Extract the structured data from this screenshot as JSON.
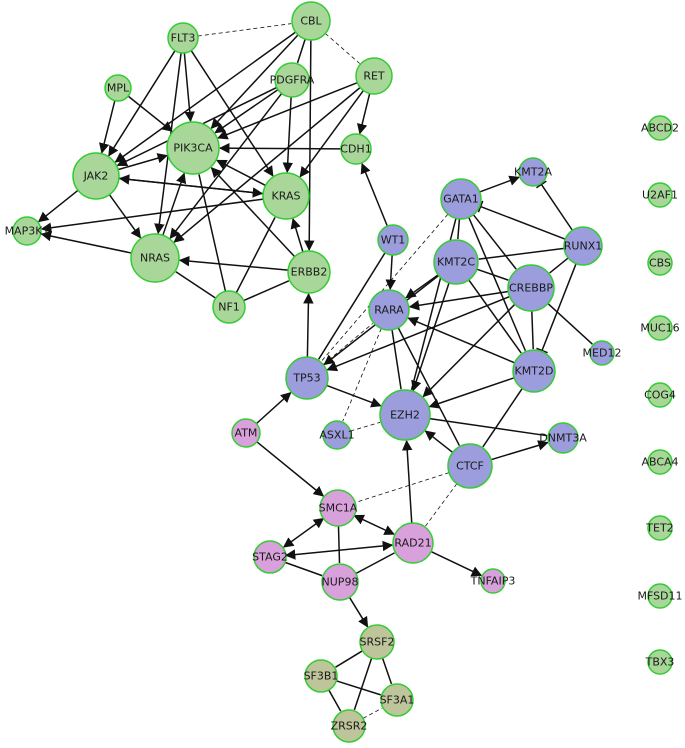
{
  "graph": {
    "colors": {
      "green": "#a9d79a",
      "blue": "#9b9ddd",
      "pink": "#d9a1db",
      "olive": "#bfc59a",
      "stroke": "#33cc33",
      "edge": "#111111"
    },
    "nodes": [
      {
        "id": "FLT3",
        "label": "FLT3",
        "group": "green"
      },
      {
        "id": "CBL",
        "label": "CBL",
        "group": "green"
      },
      {
        "id": "MPL",
        "label": "MPL",
        "group": "green"
      },
      {
        "id": "PDGFRA",
        "label": "PDGFRA",
        "group": "green"
      },
      {
        "id": "RET",
        "label": "RET",
        "group": "green"
      },
      {
        "id": "PIK3CA",
        "label": "PIK3CA",
        "group": "green"
      },
      {
        "id": "CDH1",
        "label": "CDH1",
        "group": "green"
      },
      {
        "id": "JAK2",
        "label": "JAK2",
        "group": "green"
      },
      {
        "id": "KRAS",
        "label": "KRAS",
        "group": "green"
      },
      {
        "id": "MAP3K1",
        "label": "MAP3K1",
        "group": "green"
      },
      {
        "id": "NRAS",
        "label": "NRAS",
        "group": "green"
      },
      {
        "id": "ERBB2",
        "label": "ERBB2",
        "group": "green"
      },
      {
        "id": "NF1",
        "label": "NF1",
        "group": "green"
      },
      {
        "id": "KMT2A",
        "label": "KMT2A",
        "group": "blue"
      },
      {
        "id": "GATA1",
        "label": "GATA1",
        "group": "blue"
      },
      {
        "id": "WT1",
        "label": "WT1",
        "group": "blue"
      },
      {
        "id": "RUNX1",
        "label": "RUNX1",
        "group": "blue"
      },
      {
        "id": "KMT2C",
        "label": "KMT2C",
        "group": "blue"
      },
      {
        "id": "CREBBP",
        "label": "CREBBP",
        "group": "blue"
      },
      {
        "id": "RARA",
        "label": "RARA",
        "group": "blue"
      },
      {
        "id": "MED12",
        "label": "MED12",
        "group": "blue"
      },
      {
        "id": "TP53",
        "label": "TP53",
        "group": "blue"
      },
      {
        "id": "KMT2D",
        "label": "KMT2D",
        "group": "blue"
      },
      {
        "id": "EZH2",
        "label": "EZH2",
        "group": "blue"
      },
      {
        "id": "ASXL1",
        "label": "ASXL1",
        "group": "blue"
      },
      {
        "id": "DNMT3A",
        "label": "DNMT3A",
        "group": "blue"
      },
      {
        "id": "CTCF",
        "label": "CTCF",
        "group": "blue"
      },
      {
        "id": "ATM",
        "label": "ATM",
        "group": "pink"
      },
      {
        "id": "SMC1A",
        "label": "SMC1A",
        "group": "pink"
      },
      {
        "id": "RAD21",
        "label": "RAD21",
        "group": "pink"
      },
      {
        "id": "STAG2",
        "label": "STAG2",
        "group": "pink"
      },
      {
        "id": "NUP98",
        "label": "NUP98",
        "group": "pink"
      },
      {
        "id": "TNFAIP3",
        "label": "TNFAIP3",
        "group": "pink"
      },
      {
        "id": "SRSF2",
        "label": "SRSF2",
        "group": "olive"
      },
      {
        "id": "SF3B1",
        "label": "SF3B1",
        "group": "olive"
      },
      {
        "id": "SF3A1",
        "label": "SF3A1",
        "group": "olive"
      },
      {
        "id": "ZRSR2",
        "label": "ZRSR2",
        "group": "olive"
      },
      {
        "id": "ABCD2",
        "label": "ABCD2",
        "group": "green"
      },
      {
        "id": "U2AF1",
        "label": "U2AF1",
        "group": "green"
      },
      {
        "id": "CBS",
        "label": "CBS",
        "group": "green"
      },
      {
        "id": "MUC16",
        "label": "MUC16",
        "group": "green"
      },
      {
        "id": "COG4",
        "label": "COG4",
        "group": "green"
      },
      {
        "id": "ABCA4",
        "label": "ABCA4",
        "group": "green"
      },
      {
        "id": "TET2",
        "label": "TET2",
        "group": "green"
      },
      {
        "id": "MFSD11",
        "label": "MFSD11",
        "group": "green"
      },
      {
        "id": "TBX3",
        "label": "TBX3",
        "group": "green"
      }
    ],
    "edges": [
      {
        "source": "FLT3",
        "target": "CBL",
        "type": "dashed"
      },
      {
        "source": "CBL",
        "target": "RET",
        "type": "dashed"
      },
      {
        "source": "FLT3",
        "target": "PIK3CA",
        "type": "arrow"
      },
      {
        "source": "FLT3",
        "target": "JAK2",
        "type": "arrow"
      },
      {
        "source": "FLT3",
        "target": "KRAS",
        "type": "arrow"
      },
      {
        "source": "FLT3",
        "target": "NRAS",
        "type": "arrow"
      },
      {
        "source": "CBL",
        "target": "PIK3CA",
        "type": "arrow"
      },
      {
        "source": "CBL",
        "target": "JAK2",
        "type": "arrow"
      },
      {
        "source": "CBL",
        "target": "ERBB2",
        "type": "arrow"
      },
      {
        "source": "CBL",
        "target": "PDGFRA",
        "type": "line"
      },
      {
        "source": "MPL",
        "target": "JAK2",
        "type": "arrow"
      },
      {
        "source": "MPL",
        "target": "PIK3CA",
        "type": "arrow"
      },
      {
        "source": "PDGFRA",
        "target": "PIK3CA",
        "type": "arrow"
      },
      {
        "source": "PDGFRA",
        "target": "KRAS",
        "type": "arrow"
      },
      {
        "source": "PDGFRA",
        "target": "NRAS",
        "type": "arrow"
      },
      {
        "source": "PDGFRA",
        "target": "JAK2",
        "type": "arrow"
      },
      {
        "source": "RET",
        "target": "CDH1",
        "type": "arrow"
      },
      {
        "source": "RET",
        "target": "PIK3CA",
        "type": "arrow"
      },
      {
        "source": "RET",
        "target": "KRAS",
        "type": "arrow"
      },
      {
        "source": "RET",
        "target": "NRAS",
        "type": "arrow"
      },
      {
        "source": "CDH1",
        "target": "PIK3CA",
        "type": "arrow"
      },
      {
        "source": "JAK2",
        "target": "PIK3CA",
        "type": "arrow"
      },
      {
        "source": "JAK2",
        "target": "MAP3K1",
        "type": "arrow"
      },
      {
        "source": "JAK2",
        "target": "NRAS",
        "type": "arrow"
      },
      {
        "source": "JAK2",
        "target": "KRAS",
        "type": "arrow"
      },
      {
        "source": "KRAS",
        "target": "PIK3CA",
        "type": "arrow"
      },
      {
        "source": "KRAS",
        "target": "MAP3K1",
        "type": "arrow"
      },
      {
        "source": "KRAS",
        "target": "JAK2",
        "type": "arrow"
      },
      {
        "source": "NRAS",
        "target": "MAP3K1",
        "type": "arrow"
      },
      {
        "source": "NRAS",
        "target": "PIK3CA",
        "type": "arrow"
      },
      {
        "source": "ERBB2",
        "target": "KRAS",
        "type": "arrow"
      },
      {
        "source": "ERBB2",
        "target": "NRAS",
        "type": "arrow"
      },
      {
        "source": "ERBB2",
        "target": "PIK3CA",
        "type": "arrow"
      },
      {
        "source": "NF1",
        "target": "KRAS",
        "type": "line"
      },
      {
        "source": "NF1",
        "target": "NRAS",
        "type": "line"
      },
      {
        "source": "NF1",
        "target": "PIK3CA",
        "type": "line"
      },
      {
        "source": "NF1",
        "target": "ERBB2",
        "type": "line"
      },
      {
        "source": "TP53",
        "target": "ERBB2",
        "type": "arrow"
      },
      {
        "source": "WT1",
        "target": "CDH1",
        "type": "arrow"
      },
      {
        "source": "WT1",
        "target": "RARA",
        "type": "arrow"
      },
      {
        "source": "GATA1",
        "target": "KMT2A",
        "type": "arrow"
      },
      {
        "source": "RUNX1",
        "target": "GATA1",
        "type": "inhibit"
      },
      {
        "source": "RUNX1",
        "target": "KMT2A",
        "type": "inhibit"
      },
      {
        "source": "RUNX1",
        "target": "KMT2C",
        "type": "line"
      },
      {
        "source": "RUNX1",
        "target": "CREBBP",
        "type": "line"
      },
      {
        "source": "RUNX1",
        "target": "KMT2D",
        "type": "inhibit"
      },
      {
        "source": "GATA1",
        "target": "KMT2C",
        "type": "line"
      },
      {
        "source": "GATA1",
        "target": "CREBBP",
        "type": "line"
      },
      {
        "source": "GATA1",
        "target": "EZH2",
        "type": "line"
      },
      {
        "source": "GATA1",
        "target": "TP53",
        "type": "dashed"
      },
      {
        "source": "GATA1",
        "target": "KMT2D",
        "type": "line"
      },
      {
        "source": "KMT2C",
        "target": "CREBBP",
        "type": "line"
      },
      {
        "source": "KMT2C",
        "target": "RARA",
        "type": "arrow"
      },
      {
        "source": "KMT2C",
        "target": "EZH2",
        "type": "arrow"
      },
      {
        "source": "KMT2C",
        "target": "KMT2D",
        "type": "line"
      },
      {
        "source": "KMT2C",
        "target": "TP53",
        "type": "arrow"
      },
      {
        "source": "CREBBP",
        "target": "RARA",
        "type": "arrow"
      },
      {
        "source": "CREBBP",
        "target": "KMT2D",
        "type": "line"
      },
      {
        "source": "CREBBP",
        "target": "MED12",
        "type": "line"
      },
      {
        "source": "CREBBP",
        "target": "EZH2",
        "type": "arrow"
      },
      {
        "source": "CREBBP",
        "target": "TP53",
        "type": "arrow"
      },
      {
        "source": "KMT2D",
        "target": "RARA",
        "type": "arrow"
      },
      {
        "source": "KMT2D",
        "target": "EZH2",
        "type": "arrow"
      },
      {
        "source": "KMT2D",
        "target": "CTCF",
        "type": "line"
      },
      {
        "source": "RARA",
        "target": "EZH2",
        "type": "line"
      },
      {
        "source": "RARA",
        "target": "CTCF",
        "type": "line"
      },
      {
        "source": "RARA",
        "target": "ASXL1",
        "type": "dashed"
      },
      {
        "source": "WT1",
        "target": "TP53",
        "type": "line"
      },
      {
        "source": "TP53",
        "target": "RARA",
        "type": "dashed"
      },
      {
        "source": "TP53",
        "target": "EZH2",
        "type": "arrow"
      },
      {
        "source": "ATM",
        "target": "TP53",
        "type": "arrow"
      },
      {
        "source": "ATM",
        "target": "SMC1A",
        "type": "arrow"
      },
      {
        "source": "ASXL1",
        "target": "EZH2",
        "type": "dashed"
      },
      {
        "source": "EZH2",
        "target": "DNMT3A",
        "type": "line"
      },
      {
        "source": "CTCF",
        "target": "EZH2",
        "type": "arrow"
      },
      {
        "source": "CTCF",
        "target": "DNMT3A",
        "type": "arrow"
      },
      {
        "source": "CTCF",
        "target": "SMC1A",
        "type": "dashed"
      },
      {
        "source": "CTCF",
        "target": "RAD21",
        "type": "dashed"
      },
      {
        "source": "RAD21",
        "target": "EZH2",
        "type": "arrow"
      },
      {
        "source": "SMC1A",
        "target": "RAD21",
        "type": "double"
      },
      {
        "source": "SMC1A",
        "target": "STAG2",
        "type": "double"
      },
      {
        "source": "SMC1A",
        "target": "NUP98",
        "type": "line"
      },
      {
        "source": "STAG2",
        "target": "RAD21",
        "type": "double"
      },
      {
        "source": "STAG2",
        "target": "NUP98",
        "type": "line"
      },
      {
        "source": "NUP98",
        "target": "RAD21",
        "type": "line"
      },
      {
        "source": "RAD21",
        "target": "TNFAIP3",
        "type": "arrow"
      },
      {
        "source": "NUP98",
        "target": "SRSF2",
        "type": "arrow"
      },
      {
        "source": "SRSF2",
        "target": "SF3B1",
        "type": "line"
      },
      {
        "source": "SRSF2",
        "target": "SF3A1",
        "type": "line"
      },
      {
        "source": "SRSF2",
        "target": "ZRSR2",
        "type": "line"
      },
      {
        "source": "SF3B1",
        "target": "SF3A1",
        "type": "line"
      },
      {
        "source": "SF3B1",
        "target": "ZRSR2",
        "type": "line"
      },
      {
        "source": "ZRSR2",
        "target": "SF3A1",
        "type": "dashed"
      }
    ]
  }
}
